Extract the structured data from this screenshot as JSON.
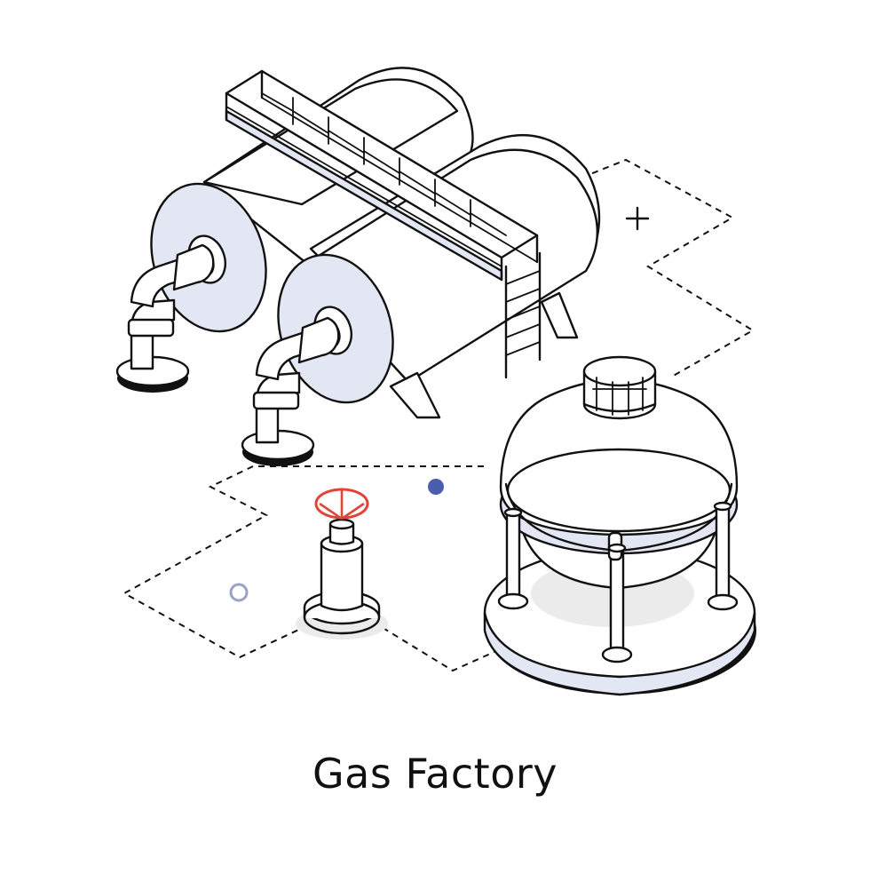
{
  "title": "Gas Factory",
  "colors": {
    "ink": "#111111",
    "fill": "#ffffff",
    "accent_fill": "#e3e6f3",
    "shadow": "#ebebeb",
    "valve_red": "#e0453a",
    "dot_blue": "#4a5fab",
    "ring_gray": "#9aa3c3"
  },
  "elements": [
    "dashed-ground-path",
    "twin-horizontal-tanks",
    "catwalk-railing",
    "ladder",
    "pipe-elbows",
    "valve-pipe",
    "spherical-gas-tank",
    "plus-sign",
    "blue-dot",
    "gray-ring"
  ]
}
